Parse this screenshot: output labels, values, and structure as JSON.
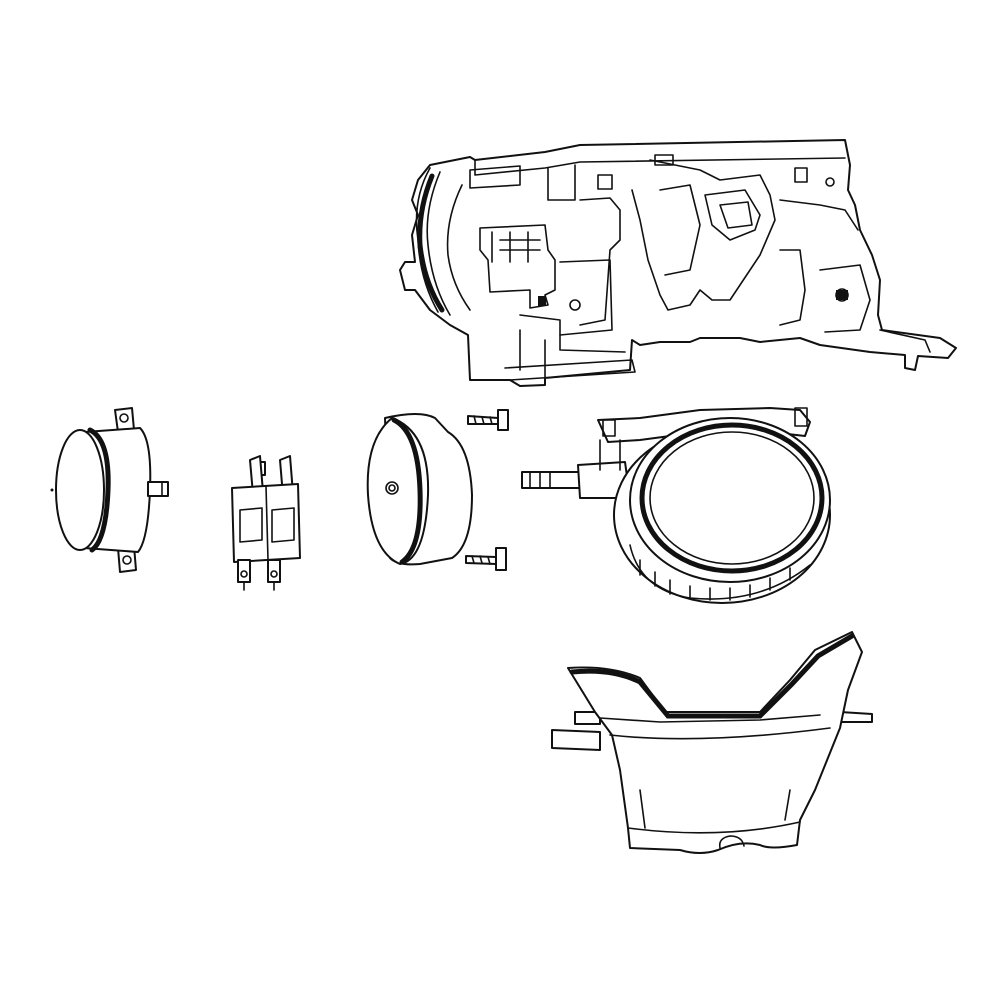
{
  "diagram": {
    "type": "exploded-parts-view",
    "background_color": "#ffffff",
    "line_color": "#111111",
    "parts": [
      {
        "id": "dispenser-housing",
        "icon": "housing-frame-icon"
      },
      {
        "id": "motor",
        "icon": "motor-can-icon"
      },
      {
        "id": "micro-switch",
        "icon": "switch-icon"
      },
      {
        "id": "solenoid-cover",
        "icon": "cover-icon"
      },
      {
        "id": "screw-upper",
        "icon": "screw-icon"
      },
      {
        "id": "screw-lower",
        "icon": "screw-icon"
      },
      {
        "id": "auger-ring",
        "icon": "ring-gear-icon"
      },
      {
        "id": "funnel-chute",
        "icon": "chute-icon"
      }
    ]
  }
}
